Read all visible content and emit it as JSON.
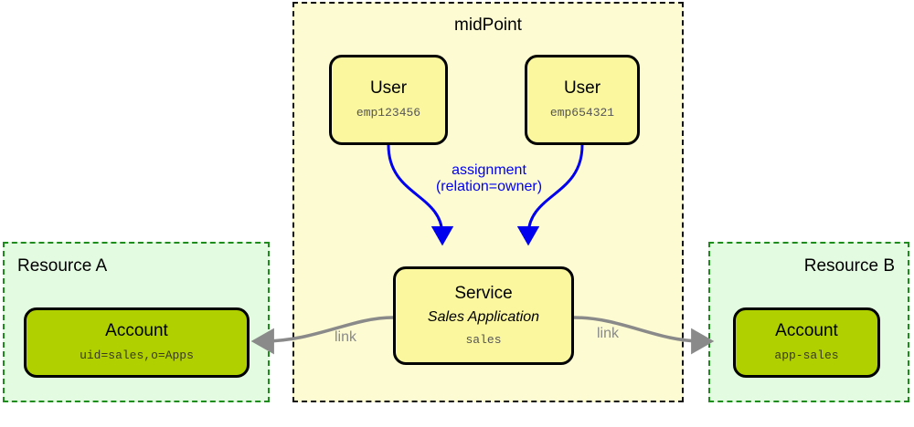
{
  "diagram": {
    "containers": {
      "midpoint": {
        "title": "midPoint"
      },
      "resource_a": {
        "title": "Resource A"
      },
      "resource_b": {
        "title": "Resource B"
      }
    },
    "nodes": {
      "user_a": {
        "type": "User",
        "identifier": "emp123456"
      },
      "user_b": {
        "type": "User",
        "identifier": "emp654321"
      },
      "service": {
        "type": "Service",
        "name": "Sales Application",
        "identifier": "sales"
      },
      "account_a": {
        "type": "Account",
        "identifier": "uid=sales,o=Apps"
      },
      "account_b": {
        "type": "Account",
        "identifier": "app-sales"
      }
    },
    "edges": {
      "assignment": {
        "line1": "assignment",
        "line2": "(relation=owner)"
      },
      "link_left": {
        "label": "link"
      },
      "link_right": {
        "label": "link"
      }
    },
    "colors": {
      "midpoint_fill": "#fdfbd2",
      "resource_fill": "#e3fbe0",
      "resource_border": "#1d8c1d",
      "node_yellow": "#fbf79e",
      "node_green": "#b0d000",
      "assignment_edge": "#0000ee",
      "link_edge": "#8a8a8a"
    }
  }
}
